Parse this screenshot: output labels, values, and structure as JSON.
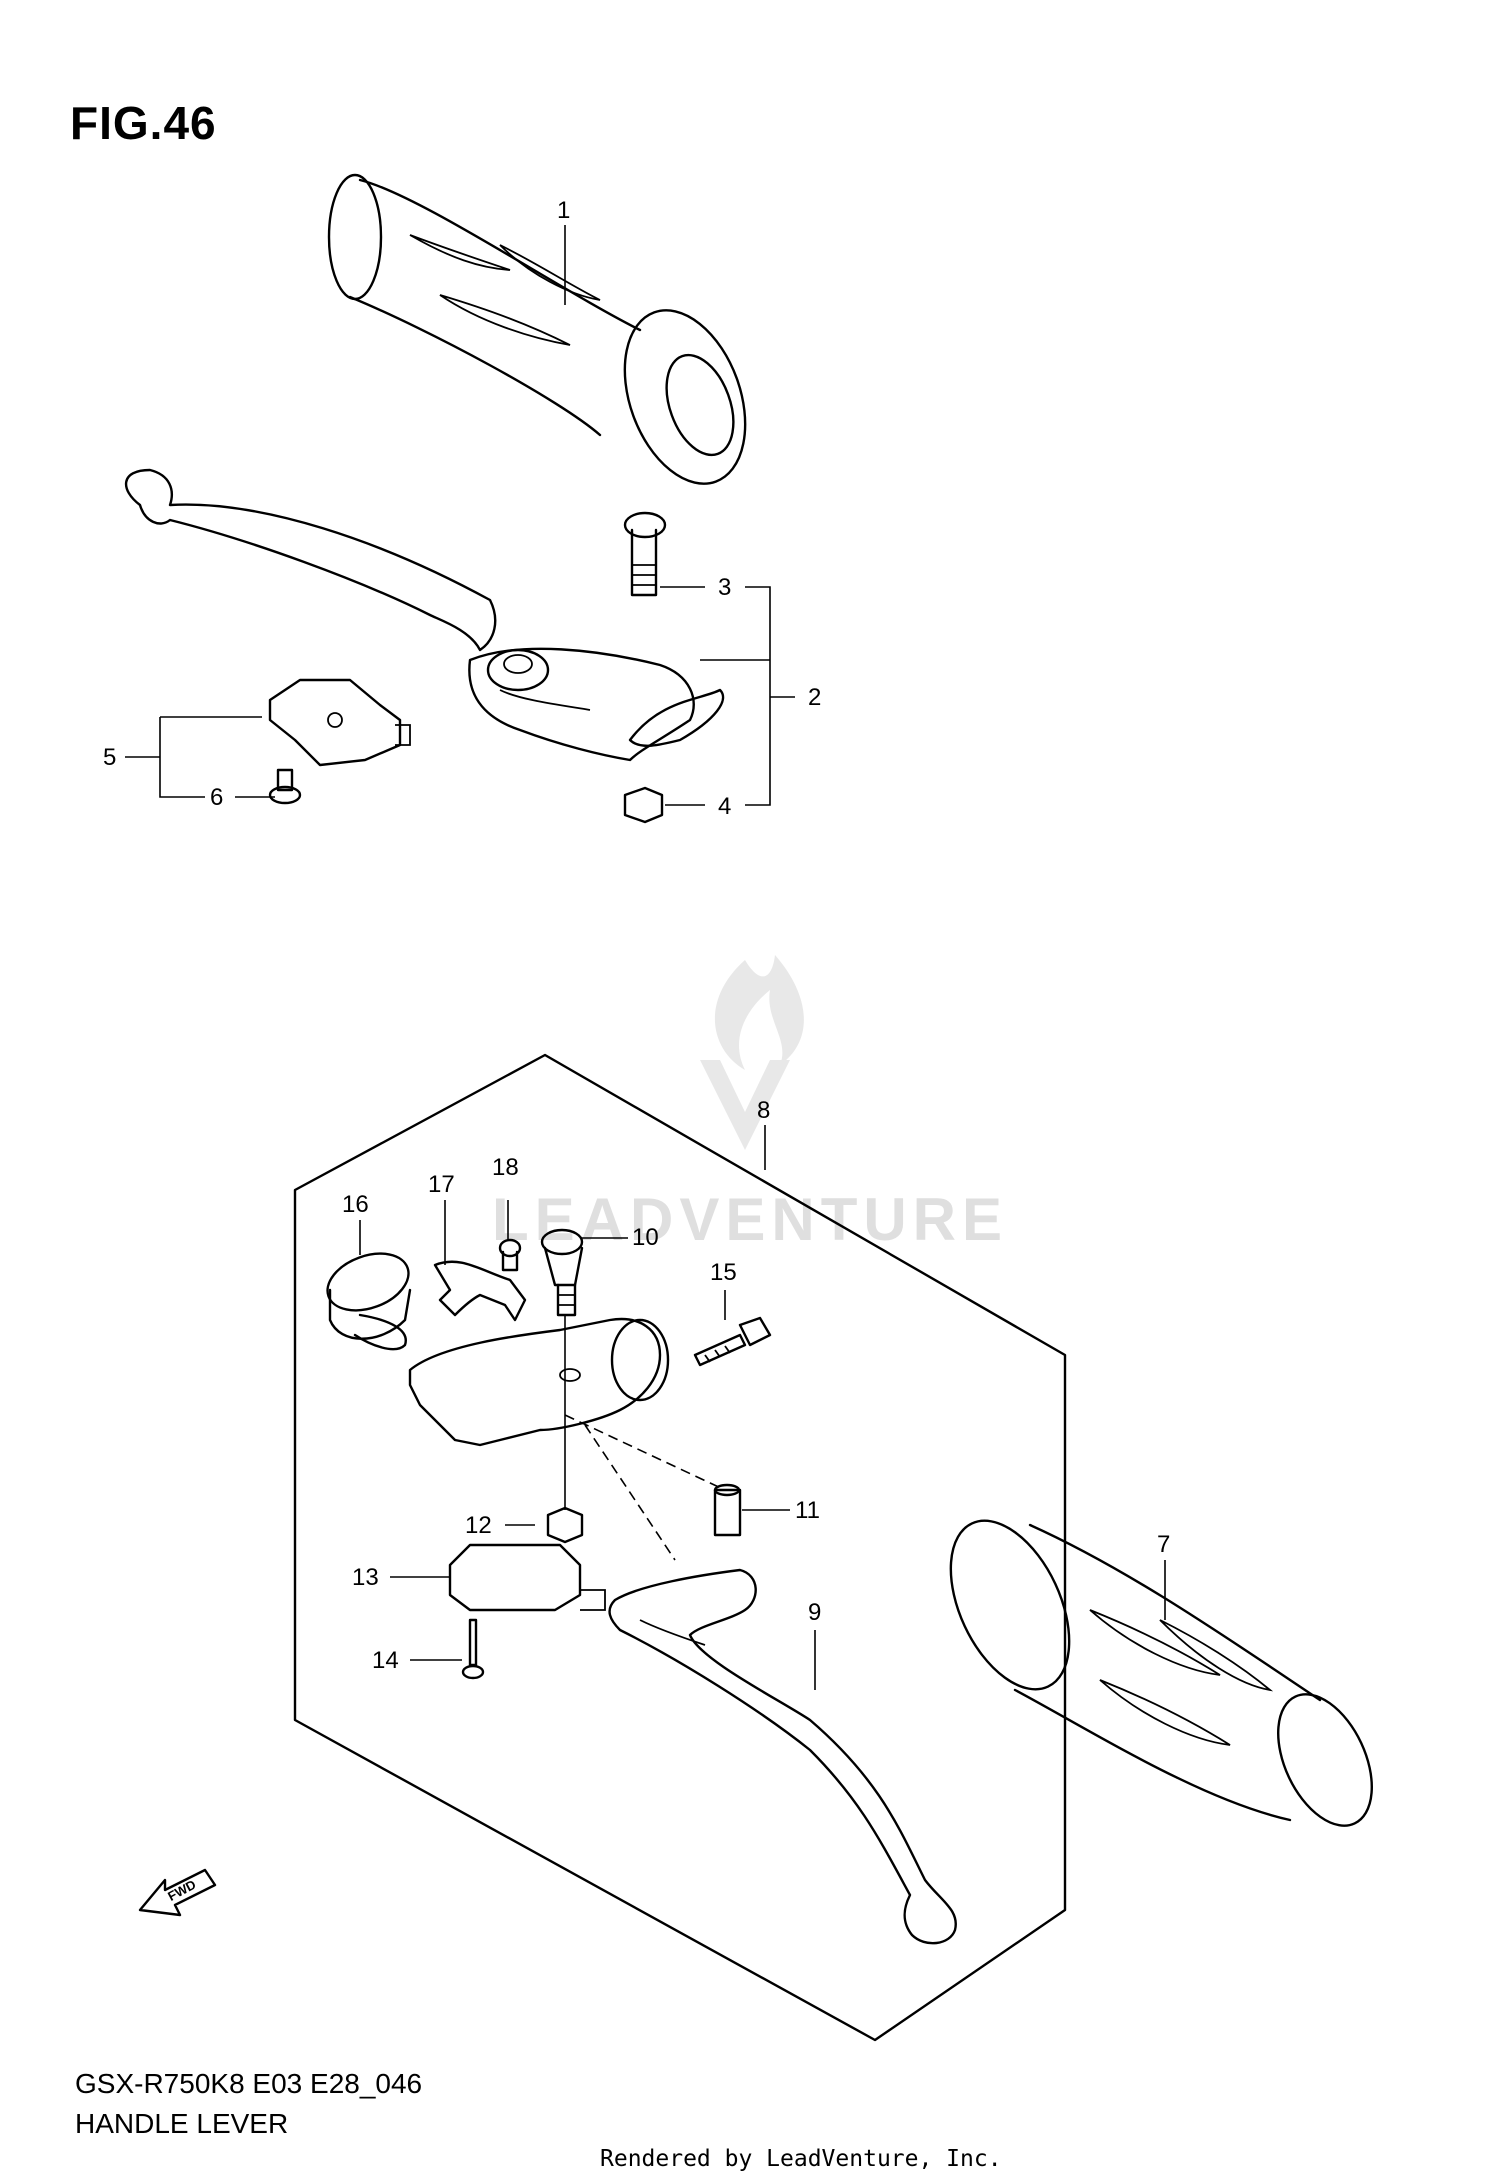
{
  "figure": {
    "title": "FIG.46",
    "model_code": "GSX-R750K8 E03 E28_046",
    "subtitle": "HANDLE LEVER",
    "footer": "Rendered by LeadVenture, Inc.",
    "watermark": "LEADVENTURE",
    "fwd_label": "FWD"
  },
  "callouts": {
    "c1": "1",
    "c2": "2",
    "c3": "3",
    "c4": "4",
    "c5": "5",
    "c6": "6",
    "c7": "7",
    "c8": "8",
    "c9": "9",
    "c10": "10",
    "c11": "11",
    "c12": "12",
    "c13": "13",
    "c14": "14",
    "c15": "15",
    "c16": "16",
    "c17": "17",
    "c18": "18"
  },
  "colors": {
    "ink": "#000000",
    "background": "#ffffff",
    "watermark": "#dcdcdc"
  }
}
